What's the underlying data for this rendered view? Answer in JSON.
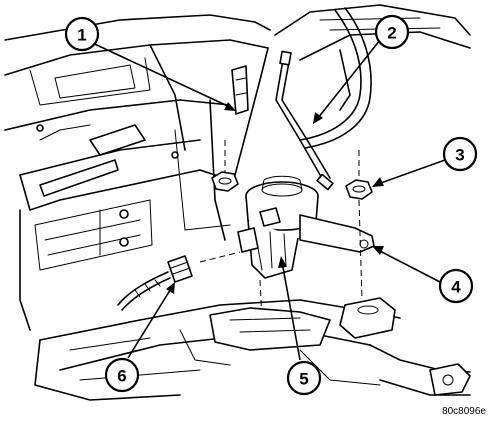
{
  "callouts": [
    {
      "label": "1"
    },
    {
      "label": "2"
    },
    {
      "label": "3"
    },
    {
      "label": "4"
    },
    {
      "label": "5"
    },
    {
      "label": "6"
    }
  ],
  "figure_id": "80c8096e"
}
